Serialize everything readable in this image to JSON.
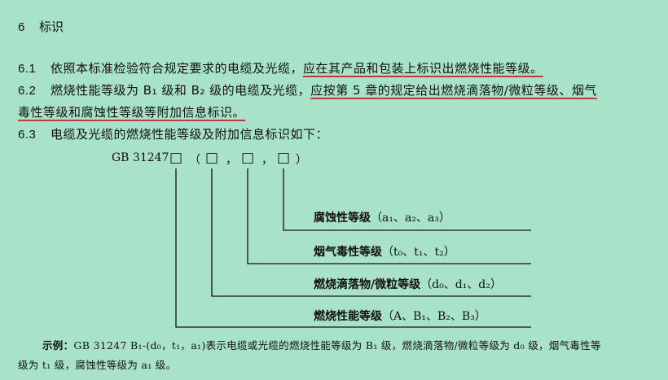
{
  "section": {
    "number": "6",
    "title": "标识"
  },
  "p61": {
    "number": "6.1",
    "text_plain": "依照本标准检验符合规定要求的电缆及光缆，",
    "text_underlined": "应在其产品和包装上标识出燃烧性能等级。"
  },
  "p62": {
    "number": "6.2",
    "line1_plain": "燃烧性能等级为 B₁ 级和 B₂ 级的电缆及光缆，",
    "line1_underlined": "应按第 5 章的规定给出燃烧滴落物/微粒等级、烟气",
    "line2_underlined": "毒性等级和腐蚀性等级等附加信息标识。"
  },
  "p63": {
    "number": "6.3",
    "text": "电缆及光缆的燃烧性能等级及附加信息标识如下："
  },
  "diagram": {
    "code": "GB 31247",
    "box": "□",
    "open_paren": "（",
    "close_paren": "）",
    "comma": "，",
    "labels": [
      {
        "name": "腐蚀性等级",
        "options": "（a₁、a₂、a₃）"
      },
      {
        "name": "烟气毒性等级",
        "options": "（t₀、t₁、t₂）"
      },
      {
        "name": "燃烧滴落物/微粒等级",
        "options": "（d₀、d₁、d₂）"
      },
      {
        "name": "燃烧性能等级",
        "options": "（A、B₁、B₂、B₃）"
      }
    ]
  },
  "example": {
    "label": "示例：",
    "line1": "GB 31247 B₁-(d₀，t₁，a₁)表示电缆或光缆的燃烧性能等级为 B₁ 级，燃烧滴落物/微粒等级为 d₀ 级，烟气毒性等",
    "line2": "级为 t₁ 级，腐蚀性等级为 a₁ 级。"
  },
  "colors": {
    "background": "#a8e2c8",
    "underline": "#c0393a"
  }
}
